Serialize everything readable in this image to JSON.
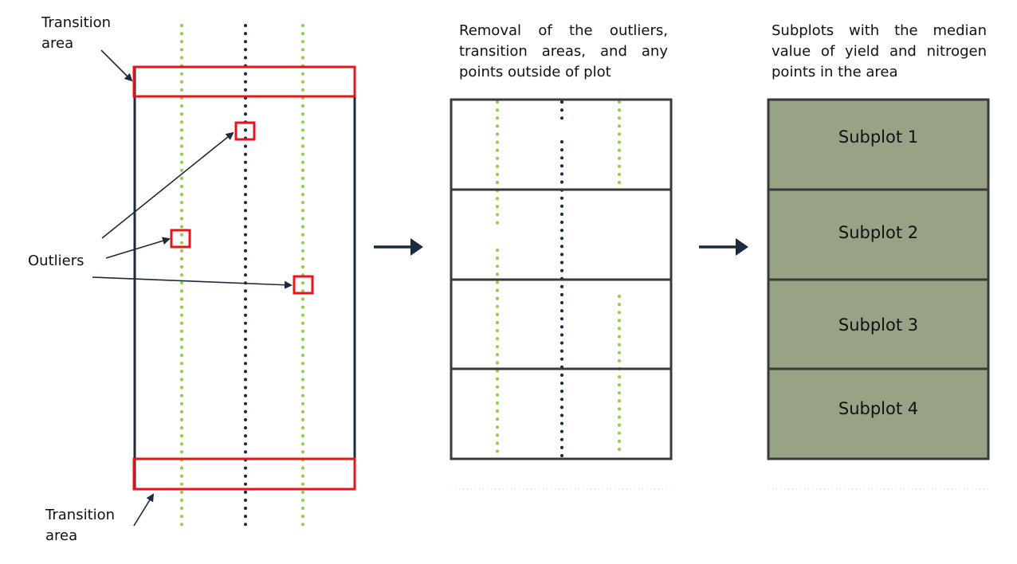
{
  "labels": {
    "transition_top": "Transition\narea",
    "transition_bottom": "Transition\narea",
    "outliers": "Outliers"
  },
  "captions": {
    "middle": "Removal of the outliers, transition areas, and any points outside of plot",
    "right": "Subplots with the median value of yield and nitrogen points in the area"
  },
  "subplots": [
    "Subplot 1",
    "Subplot 2",
    "Subplot 3",
    "Subplot 4"
  ],
  "colors": {
    "plot_border": "#1b2a3c",
    "highlight": "#e8141c",
    "green_points": "#8fcf4a",
    "navy_points": "#1b2a3c",
    "arrow": "#1b2a3c",
    "subplot_fill": "#97a384",
    "subplot_border": "#3a3a3a"
  }
}
